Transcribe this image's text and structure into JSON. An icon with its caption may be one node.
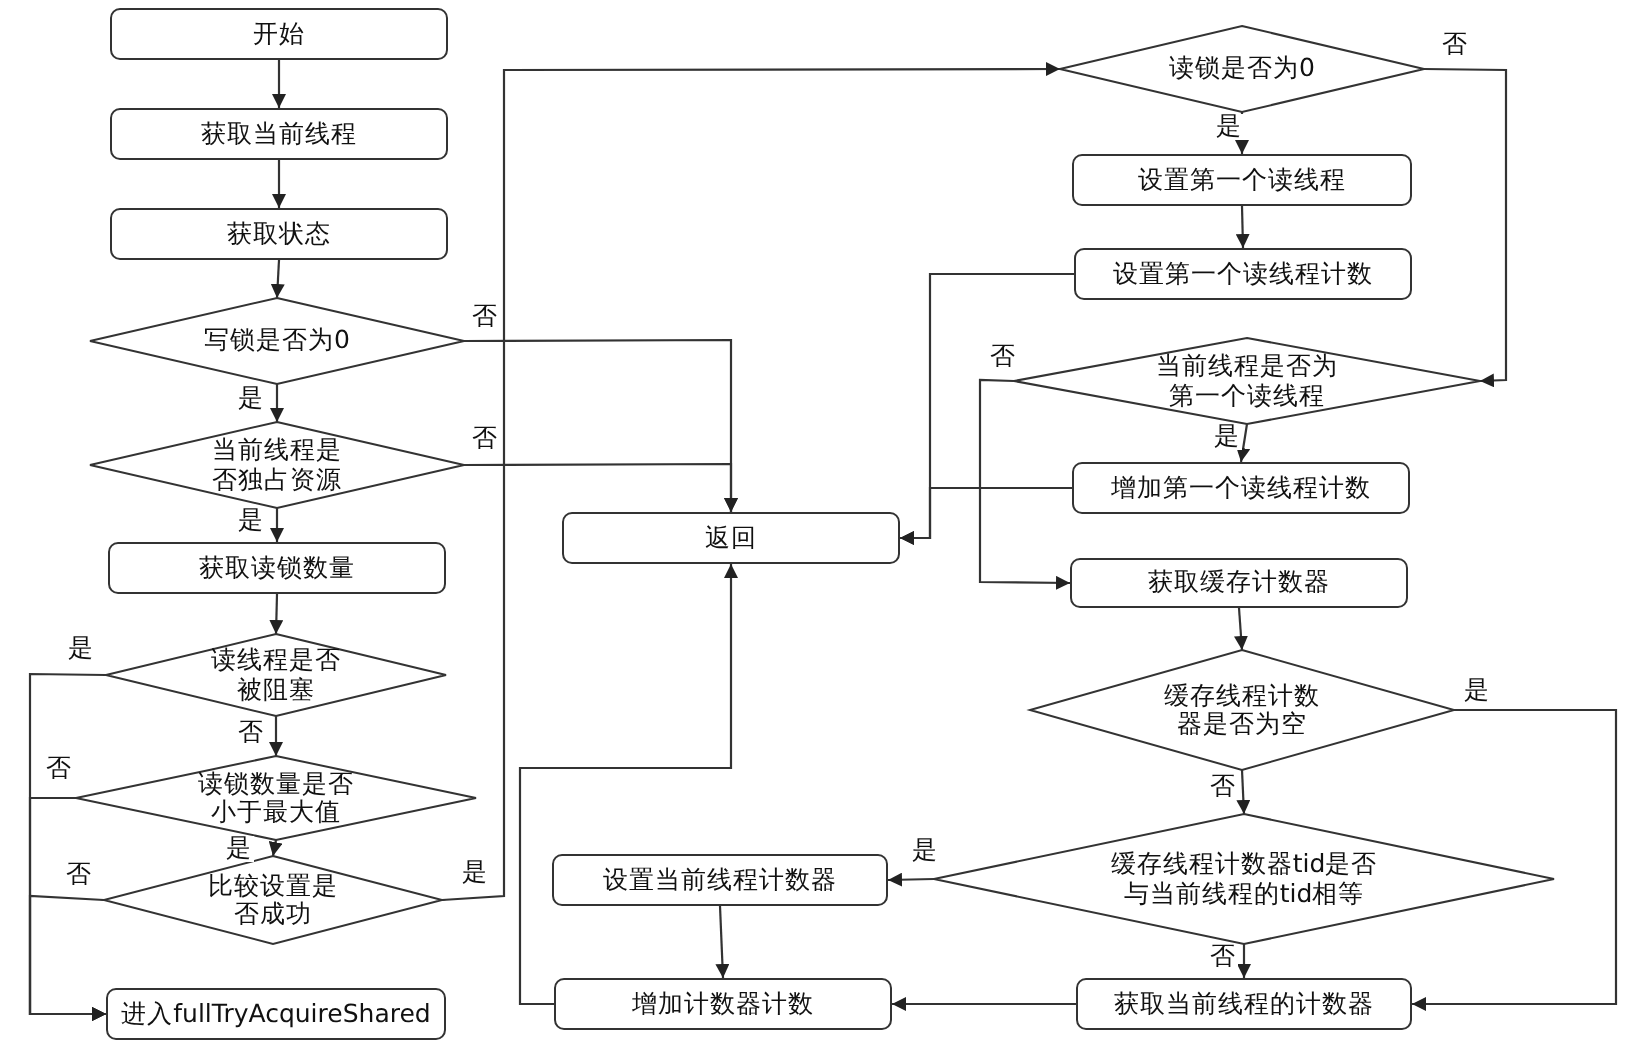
{
  "diagram": {
    "nodes": [
      {
        "text": [
          "开始"
        ]
      },
      {
        "text": [
          "获取当前线程"
        ]
      },
      {
        "text": [
          "获取状态"
        ]
      },
      {
        "text": [
          "写锁是否为0"
        ]
      },
      {
        "text": [
          "当前线程是否独占资源"
        ]
      },
      {
        "text": [
          "获取读锁数量"
        ]
      },
      {
        "text": [
          "读线程是否被阻塞"
        ]
      },
      {
        "text": [
          "读锁数量是否小于最大值"
        ]
      },
      {
        "text": [
          "比较设置是否成功"
        ]
      },
      {
        "text": [
          "进入fullTryAcquireShared"
        ]
      },
      {
        "text": [
          "返回"
        ]
      },
      {
        "text": [
          "读锁是否为0"
        ]
      },
      {
        "text": [
          "设置第一个读线程"
        ]
      },
      {
        "text": [
          "设置第一个读线程计数"
        ]
      },
      {
        "text": [
          "当前线程是否为第一个读线程"
        ]
      },
      {
        "text": [
          "增加第一个读线程计数"
        ]
      },
      {
        "text": [
          "获取缓存计数器"
        ]
      },
      {
        "text": [
          "缓存线程计数器是否为空"
        ]
      },
      {
        "text": [
          "缓存线程计数器tid是否与当前线程的tid相等"
        ]
      },
      {
        "text": [
          "设置当前线程计数器"
        ]
      },
      {
        "text": [
          "增加计数器计数"
        ]
      },
      {
        "text": [
          "获取当前线程的计数器"
        ]
      }
    ],
    "edges": [
      {
        "from": 0,
        "to": 1,
        "arrow": "to"
      },
      {
        "from": 1,
        "to": 2,
        "arrow": "to"
      },
      {
        "from": 2,
        "to": 3,
        "arrow": "to"
      },
      {
        "from": 3,
        "to": 4,
        "arrow": "to",
        "label": "是"
      },
      {
        "from": 3,
        "to": 10,
        "arrow": "to",
        "label": "否"
      },
      {
        "from": 4,
        "to": 5,
        "arrow": "to",
        "label": "是"
      },
      {
        "from": 4,
        "to": 10,
        "arrow": "to",
        "label": "否"
      },
      {
        "from": 5,
        "to": 6,
        "arrow": "to"
      },
      {
        "from": 6,
        "to": 9,
        "arrow": "to",
        "label": "是"
      },
      {
        "from": 6,
        "to": 7,
        "arrow": "to",
        "label": "否"
      },
      {
        "from": 7,
        "to": 9,
        "arrow": "to",
        "label": "否"
      },
      {
        "from": 7,
        "to": 8,
        "arrow": "to",
        "label": "是"
      },
      {
        "from": 8,
        "to": 9,
        "arrow": "to",
        "label": "否"
      },
      {
        "from": 8,
        "to": 11,
        "arrow": "to",
        "label": "是"
      },
      {
        "from": 11,
        "to": 12,
        "arrow": "to",
        "label": "是"
      },
      {
        "from": 11,
        "to": 14,
        "arrow": "to",
        "label": "否"
      },
      {
        "from": 12,
        "to": 13,
        "arrow": "to"
      },
      {
        "from": 13,
        "to": 10,
        "arrow": "to"
      },
      {
        "from": 14,
        "to": 15,
        "arrow": "to",
        "label": "是"
      },
      {
        "from": 14,
        "to": 16,
        "arrow": "to",
        "label": "否"
      },
      {
        "from": 15,
        "to": 10,
        "arrow": "to"
      },
      {
        "from": 16,
        "to": 17,
        "arrow": "to"
      },
      {
        "from": 17,
        "to": 18,
        "arrow": "to",
        "label": "否"
      },
      {
        "from": 17,
        "to": 21,
        "arrow": "to",
        "label": "是"
      },
      {
        "from": 18,
        "to": 19,
        "arrow": "to",
        "label": "是"
      },
      {
        "from": 18,
        "to": 21,
        "arrow": "to",
        "label": "否"
      },
      {
        "from": 19,
        "to": 20,
        "arrow": "to"
      },
      {
        "from": 21,
        "to": 20,
        "arrow": "to"
      },
      {
        "from": 20,
        "to": 10,
        "arrow": "to"
      }
    ]
  }
}
